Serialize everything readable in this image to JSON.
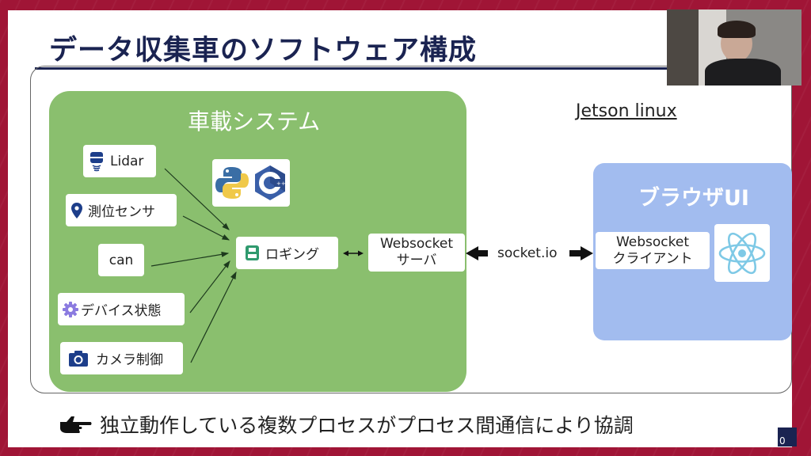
{
  "slide": {
    "title": "データ収集車のソフトウェア構成",
    "page_number": "0"
  },
  "vehicle_system": {
    "title": "車載システム",
    "languages": [
      "python-logo",
      "cpp-logo"
    ],
    "inputs": [
      {
        "label": "Lidar",
        "icon": "lidar-icon"
      },
      {
        "label": "測位センサ",
        "icon": "location-pin-icon"
      },
      {
        "label": "can",
        "icon": ""
      },
      {
        "label": "デバイス状態",
        "icon": "gear-icon"
      },
      {
        "label": "カメラ制御",
        "icon": "camera-icon"
      }
    ],
    "logging": {
      "label": "ロギング",
      "icon": "save-icon"
    },
    "ws_server": {
      "line1": "Websocket",
      "line2": "サーバ"
    }
  },
  "platform": {
    "label": "Jetson linux"
  },
  "connection": {
    "label": "socket.io"
  },
  "browser_ui": {
    "title": "ブラウザUI",
    "ws_client": {
      "line1": "Websocket",
      "line2": "クライアント"
    },
    "framework_icon": "react-logo"
  },
  "footer": {
    "pointer_icon": "pointing-hand-icon",
    "text": "独立動作している複数プロセスがプロセス間通信により協調"
  },
  "colors": {
    "frame_red": "#a01536",
    "title_navy": "#1a2351",
    "vehicle_green": "#8abf6e",
    "browser_blue": "#a2bcef"
  }
}
